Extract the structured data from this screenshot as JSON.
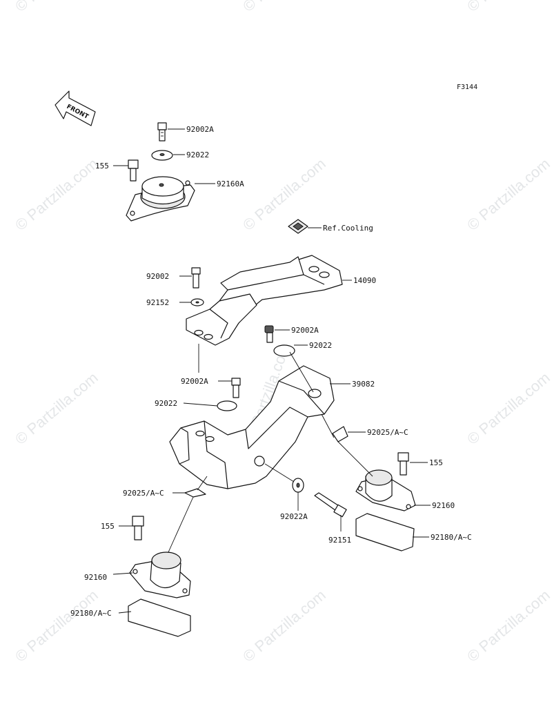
{
  "figure_code": "F3144",
  "front_label": "FRONT",
  "watermark": "© Partzilla.com",
  "parts": [
    {
      "id": "p-92002A-top",
      "label": "92002A"
    },
    {
      "id": "p-92022-top",
      "label": "92022"
    },
    {
      "id": "p-155-top",
      "label": "155"
    },
    {
      "id": "p-92160A",
      "label": "92160A"
    },
    {
      "id": "p-ref-cooling",
      "label": "Ref.Cooling"
    },
    {
      "id": "p-92002",
      "label": "92002"
    },
    {
      "id": "p-14090",
      "label": "14090"
    },
    {
      "id": "p-92152",
      "label": "92152"
    },
    {
      "id": "p-92002A-mid",
      "label": "92002A"
    },
    {
      "id": "p-92022-mid",
      "label": "92022"
    },
    {
      "id": "p-92002A-low",
      "label": "92002A"
    },
    {
      "id": "p-39082",
      "label": "39082"
    },
    {
      "id": "p-92022-low",
      "label": "92022"
    },
    {
      "id": "p-92025-right",
      "label": "92025/A~C"
    },
    {
      "id": "p-155-right",
      "label": "155"
    },
    {
      "id": "p-92025-left",
      "label": "92025/A~C"
    },
    {
      "id": "p-92022A",
      "label": "92022A"
    },
    {
      "id": "p-92160-right",
      "label": "92160"
    },
    {
      "id": "p-155-left",
      "label": "155"
    },
    {
      "id": "p-92151",
      "label": "92151"
    },
    {
      "id": "p-92180-right",
      "label": "92180/A~C"
    },
    {
      "id": "p-92160-left",
      "label": "92160"
    },
    {
      "id": "p-92180-left",
      "label": "92180/A~C"
    }
  ]
}
